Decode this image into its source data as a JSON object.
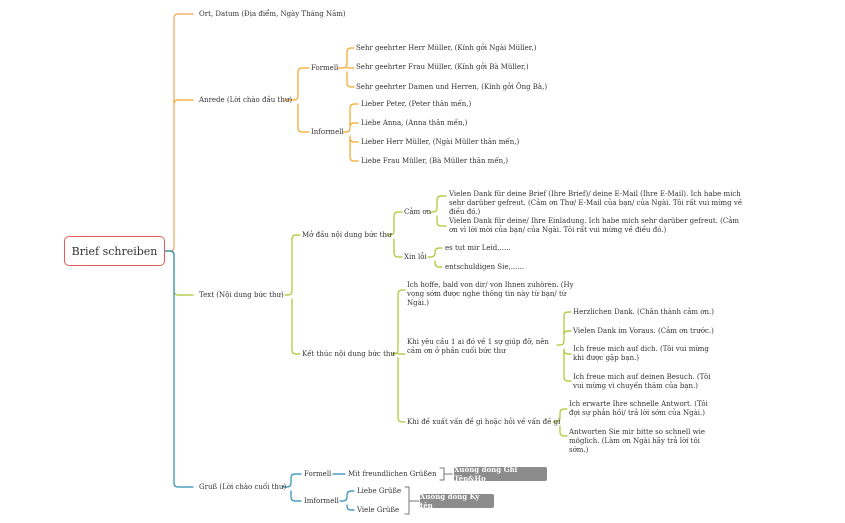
{
  "root": "Brief schreiben",
  "ort": "Ort, Datum (Địa điểm, Ngày Tháng Năm)",
  "anrede": {
    "label": "Anrede (Lời chào đầu thư)",
    "formell": {
      "label": "Formell",
      "items": [
        "Sehr geehrter Herr Müller, (Kính gởi Ngài Müller,)",
        "Sehr geehrter Frau Müller, (Kính gởi Bà Müller,)",
        "Sehr geehrter Damen und Herren, (Kính gởi Ông Bà,)"
      ]
    },
    "informell": {
      "label": "Informell",
      "items": [
        "Lieber Peter, (Peter thân mến,)",
        "Liebe Anna, (Anna thân mến,)",
        "Lieber Herr Müller, (Ngài Müller thân mến,)",
        "Liebe Frau Müller, (Bà Müller thân mến,)"
      ]
    }
  },
  "text": {
    "label": "Text (Nội dung bức thư)",
    "mo_dau": {
      "label": "Mở đầu nội dung bức thư",
      "cam_on": {
        "label": "Cảm ơn",
        "items": [
          "Vielen Dank für deine Brief (Ihre Brief)/ deine E-Mail (Ihre E-Mail). Ich habe mich sehr darüber gefreut. (Cảm ơn Thư/ E-Mail của bạn/ của Ngài. Tôi rất vui mừng về điều đó.)",
          "Vielen Dank für deine/ Ihre Einladung. Ich habe mich sehr darüber gefreut. (Cảm ơn vì lời mời của bạn/ của Ngài. Tôi rất vui mừng về điều đó.)"
        ]
      },
      "xin_loi": {
        "label": "Xin lỗi",
        "items": [
          "es tut mir Leid,.....",
          "entschuldigen Sie,......"
        ]
      }
    },
    "ket_thuc": {
      "label": "Kết thúc nội dung bức thư",
      "hoffe": "Ich hoffe, bald von dir/ von Ihnen zuhören. (Hy vọng sớm được nghe thông tin này từ bạn/ từ Ngài.)",
      "giup_do": {
        "label": "Khi yêu cầu 1 ai đó về 1 sự giúp đỡ, nên cảm ơn ở phần cuối bức thư",
        "items": [
          "Herzlichen Dank. (Chân thành cảm ơn.)",
          "Vielen Dank im Voraus. (Cảm ơn trước.)",
          "Ich freue mich auf dich. (Tôi vui mừng khi được gặp bạn.)",
          "Ich freue mich auf deinen Besuch. (Tôi vui mừng vì chuyến thăm của bạn.)"
        ]
      },
      "de_xuat": {
        "label": "Khi đề xuất vấn đề gì hoặc hỏi về vấn đề gì",
        "items": [
          "Ich erwarte Ihre schnelle Antwort. (Tôi đợi sự phản hồi/ trả lời sớm của Ngài.)",
          "Antworten Sie mir bitte so schnell wie möglich. (Làm ơn Ngài hãy trả lời tôi sớm.)"
        ]
      }
    }
  },
  "gruss": {
    "label": "Gruß (Lời chào cuối thư)",
    "formell": {
      "label": "Formell",
      "items": [
        "Mit freundlichen Grüßen"
      ],
      "note": "Xuống dòng Ghi Tên&Họ"
    },
    "informell": {
      "label": "Imformell",
      "items": [
        "Liebe Grüße",
        "Viele Grüße"
      ],
      "note": "Xuống dòng Ký tên"
    }
  },
  "colors": {
    "root_border": "#e05a5a",
    "ort": "#f0a35a",
    "anrede": "#f5a623",
    "text": "#a8c82c",
    "gruss": "#2c8bb5",
    "tag": "#8c8c8c"
  }
}
